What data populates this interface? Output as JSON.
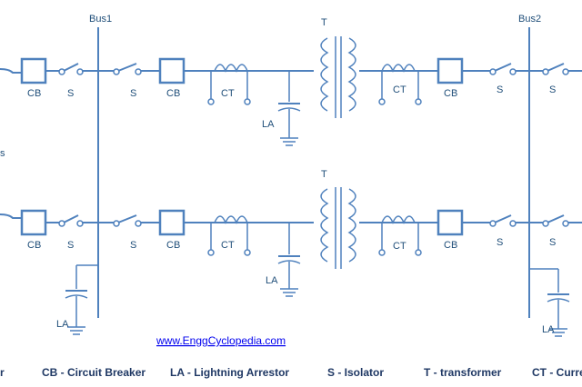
{
  "buses": {
    "bus1": "Bus1",
    "bus2": "Bus2"
  },
  "labels": {
    "cb": "CB",
    "s": "S",
    "ct": "CT",
    "la": "LA",
    "t": "T",
    "partial_left": "s"
  },
  "website": "www.EnggCyclopedia.com",
  "legend": {
    "partial_left": "r",
    "cb": "CB - Circuit Breaker",
    "la": "LA - Lightning Arrestor",
    "s": "S - Isolator",
    "t": "T - transformer",
    "ct": "CT - Curre"
  },
  "colors": {
    "line": "#4f81bd",
    "text": "#1f4e79",
    "link": "#0000ee"
  }
}
